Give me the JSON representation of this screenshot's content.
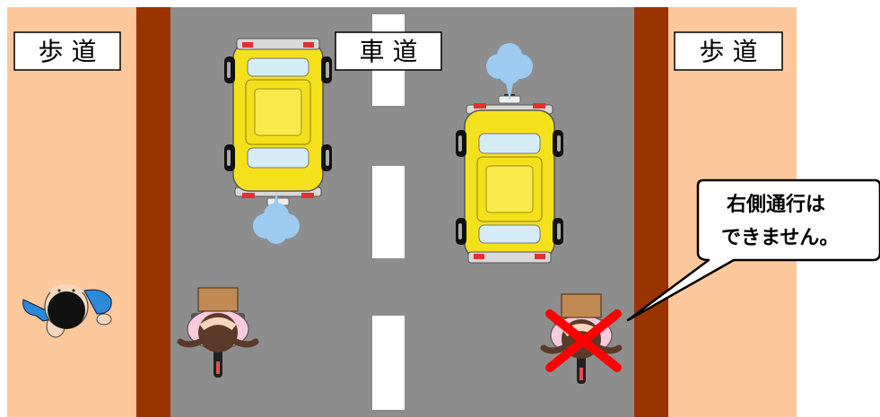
{
  "labels": {
    "sidewalk_left": "歩 道",
    "roadway": "車 道",
    "sidewalk_right": "歩 道"
  },
  "speech_bubble": {
    "line1": "右側通行は",
    "line2": "できません。"
  },
  "colors": {
    "sidewalk": "#fdc99c",
    "curb": "#993300",
    "road": "#8d8d8d",
    "lane_marking": "#ffffff",
    "car_body": "#f5e11b",
    "exhaust": "#9ccaf0",
    "cross_mark": "#ff0000"
  },
  "icons": [
    "taxi-icon",
    "bicycle-rider-icon",
    "pedestrian-icon",
    "exhaust-cloud-icon",
    "cross-mark-icon"
  ]
}
